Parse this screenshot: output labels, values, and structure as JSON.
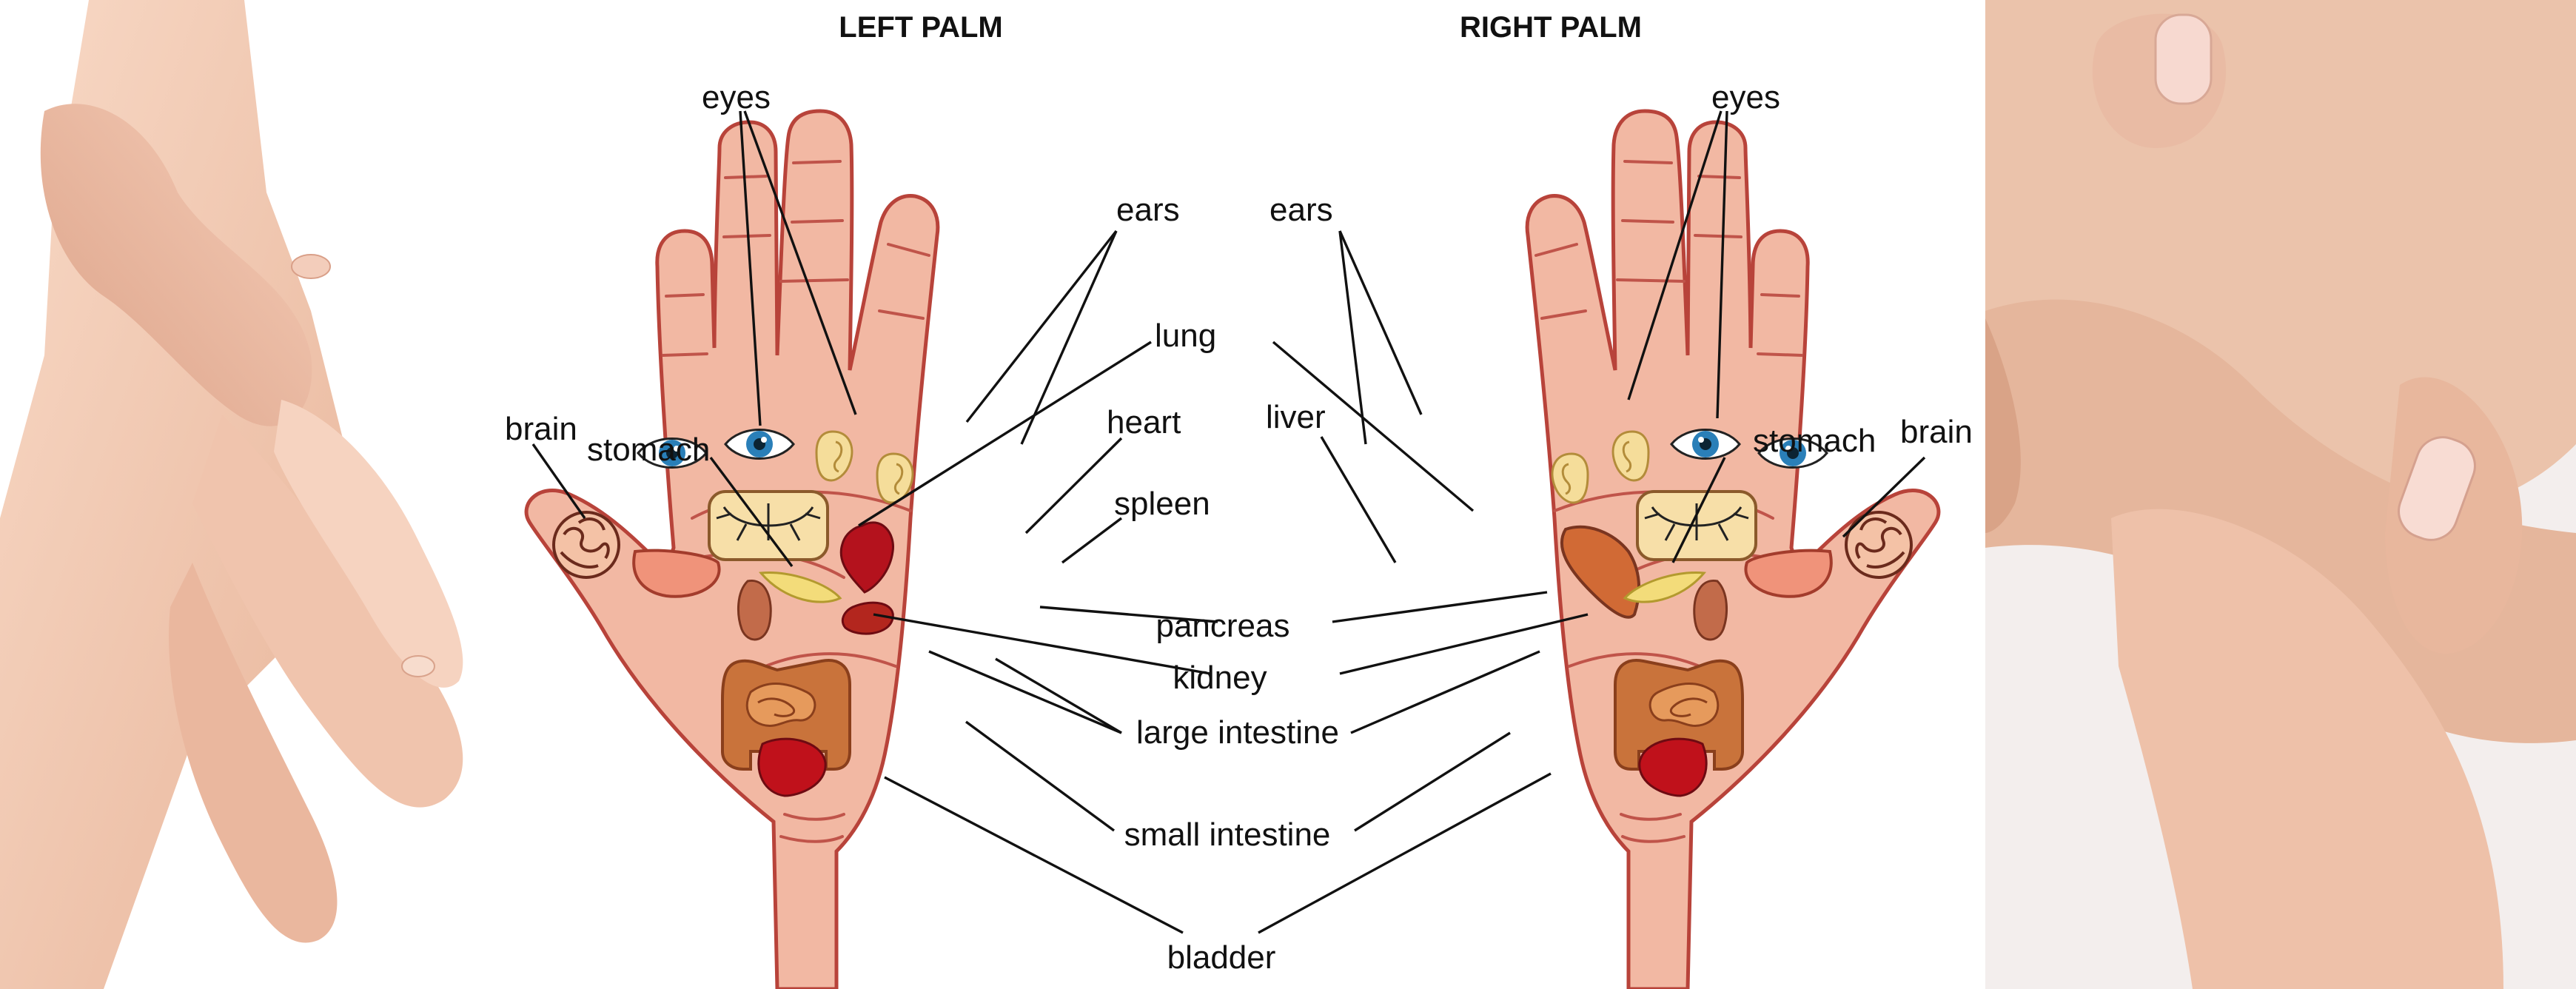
{
  "titles": {
    "left": "LEFT PALM",
    "right": "RIGHT PALM"
  },
  "labels": {
    "eyes": "eyes",
    "ears": "ears",
    "lung": "lung",
    "heart": "heart",
    "spleen": "spleen",
    "brain": "brain",
    "stomach": "stomach",
    "liver": "liver",
    "pancreas": "pancreas",
    "kidney": "kidney",
    "large_intestine": "large intestine",
    "small_intestine": "small intestine",
    "bladder": "bladder"
  },
  "colors": {
    "skin": "#f2b8a3",
    "outline": "#b8433a",
    "organ_red": "#c0111b",
    "intestine": "#d98a45",
    "background": "#ffffff"
  }
}
